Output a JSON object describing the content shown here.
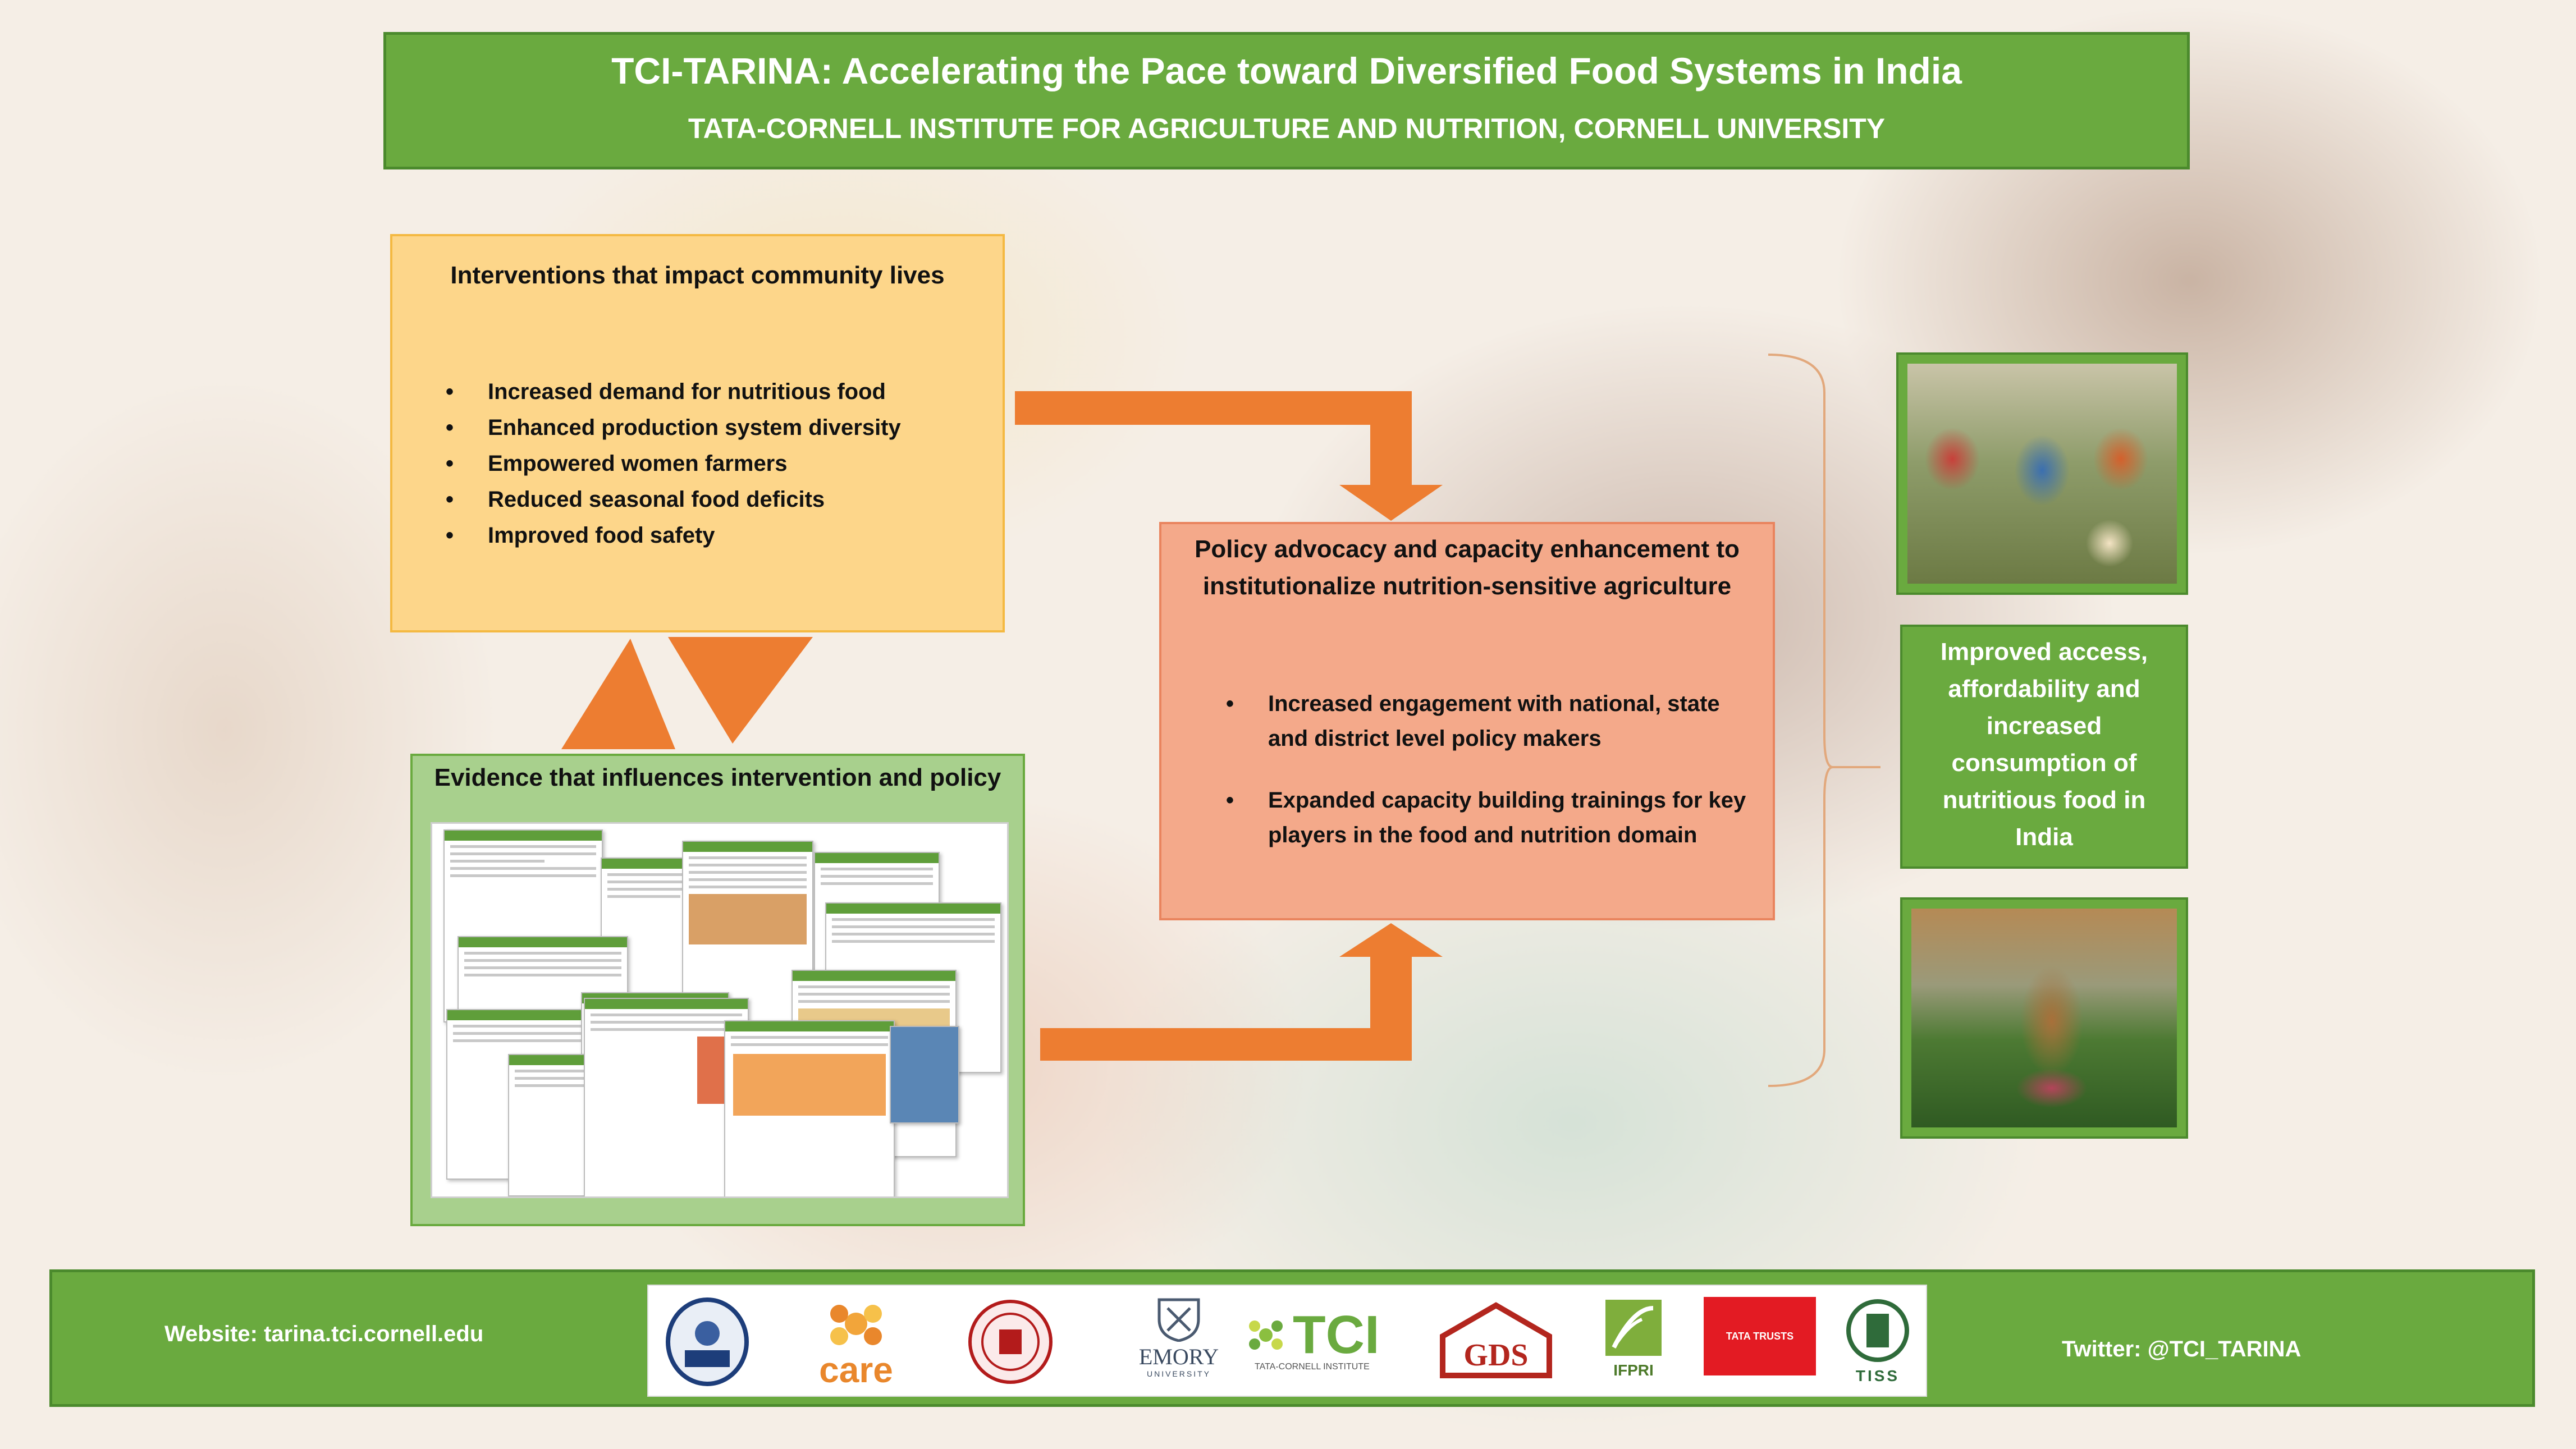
{
  "header": {
    "title": "TCI-TARINA: Accelerating the Pace toward Diversified Food Systems in India",
    "subtitle": "TATA-CORNELL INSTITUTE FOR AGRICULTURE AND NUTRITION, CORNELL UNIVERSITY"
  },
  "interventions": {
    "heading": "Interventions that impact community lives",
    "items": [
      "Increased demand for nutritious food",
      "Enhanced production system diversity",
      "Empowered women farmers",
      "Reduced seasonal food deficits",
      "Improved food safety"
    ]
  },
  "policy": {
    "heading_line1": "Policy advocacy and capacity enhancement to",
    "heading_line2": "institutionalize nutrition-sensitive agriculture",
    "items": [
      {
        "line1": "Increased engagement with national, state",
        "line2": "and district level policy makers"
      },
      {
        "line1": "Expanded capacity building trainings for key",
        "line2": "players in the food and nutrition domain"
      }
    ]
  },
  "evidence": {
    "heading": "Evidence that influences intervention and policy"
  },
  "outcome": {
    "lines": [
      "Improved access,",
      "affordability and",
      "increased",
      "consumption of",
      "nutritious food in",
      "India"
    ]
  },
  "footer": {
    "website": "Website: tarina.tci.cornell.edu",
    "twitter": "Twitter: @TCI_TARINA",
    "logos": {
      "care": "care",
      "emory": "EMORY",
      "emory_sub": "UNIVERSITY",
      "tci": "TCI",
      "tci_sub": "TATA-CORNELL INSTITUTE",
      "gds": "GDS",
      "ifpri": "IFPRI",
      "tata": "TATA TRUSTS",
      "tiss": "TISS"
    }
  },
  "colors": {
    "green": "#6aaa3f",
    "green_dark": "#4b8a2d",
    "light_green": "#a8d08d",
    "yellow": "#fdd68a",
    "salmon": "#f4a98a",
    "arrow_orange": "#ed7d31"
  }
}
